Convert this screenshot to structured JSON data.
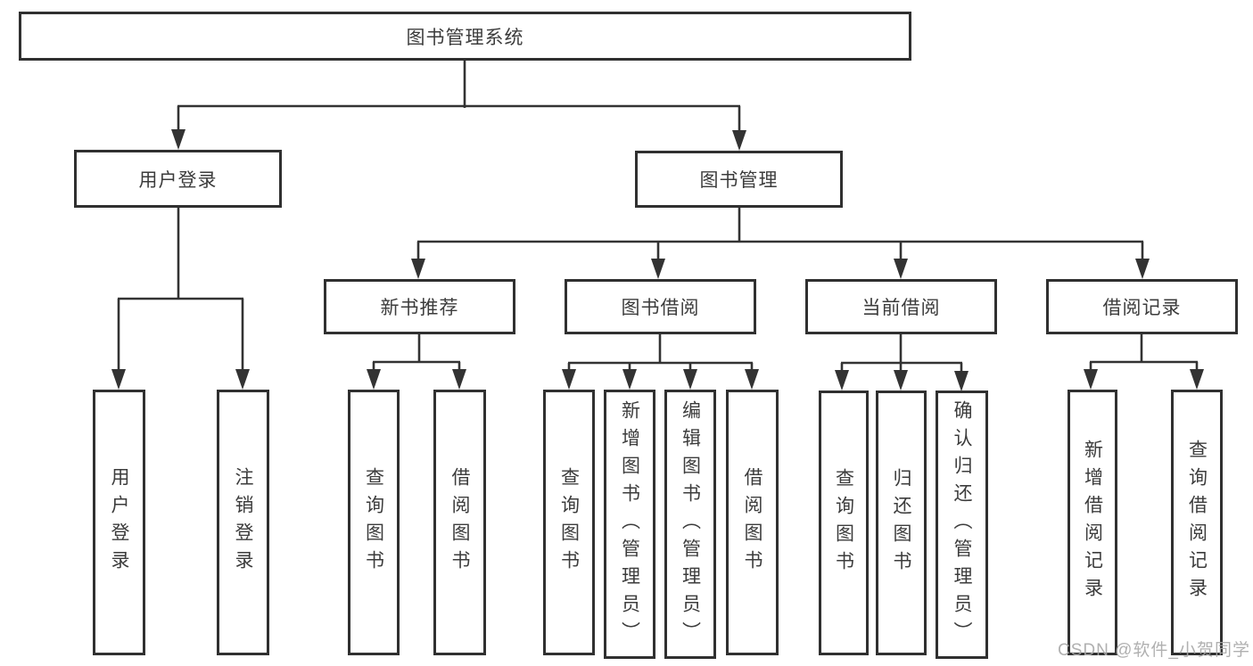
{
  "watermark": "CSDN @软件_小贺同学",
  "colors": {
    "line": "#333333",
    "border": "#303030",
    "text": "#3c3c3c",
    "watermark": "#a8a8a8",
    "background": "#ffffff"
  },
  "nodes": {
    "root": "图书管理系统",
    "user_login": "用户登录",
    "book_mgmt": "图书管理",
    "new_book_rec": "新书推荐",
    "book_borrow": "图书借阅",
    "current_borrow": "当前借阅",
    "borrow_record": "借阅记录",
    "leaf_user_login": "用户登录",
    "leaf_logout": "注销登录",
    "leaf_query_book_1": "查询图书",
    "leaf_borrow_book_1": "借阅图书",
    "leaf_query_book_2": "查询图书",
    "leaf_add_book": "新增图书（管理员）",
    "leaf_edit_book": "编辑图书（管理员）",
    "leaf_borrow_book_2": "借阅图书",
    "leaf_query_book_3": "查询图书",
    "leaf_return_book": "归还图书",
    "leaf_confirm_return": "确认归还（管理员）",
    "leaf_add_record": "新增借阅记录",
    "leaf_query_record": "查询借阅记录"
  },
  "tree": {
    "图书管理系统": {
      "用户登录": [
        "用户登录",
        "注销登录"
      ],
      "图书管理": {
        "新书推荐": [
          "查询图书",
          "借阅图书"
        ],
        "图书借阅": [
          "查询图书",
          "新增图书（管理员）",
          "编辑图书（管理员）",
          "借阅图书"
        ],
        "当前借阅": [
          "查询图书",
          "归还图书",
          "确认归还（管理员）"
        ],
        "借阅记录": [
          "新增借阅记录",
          "查询借阅记录"
        ]
      }
    }
  }
}
